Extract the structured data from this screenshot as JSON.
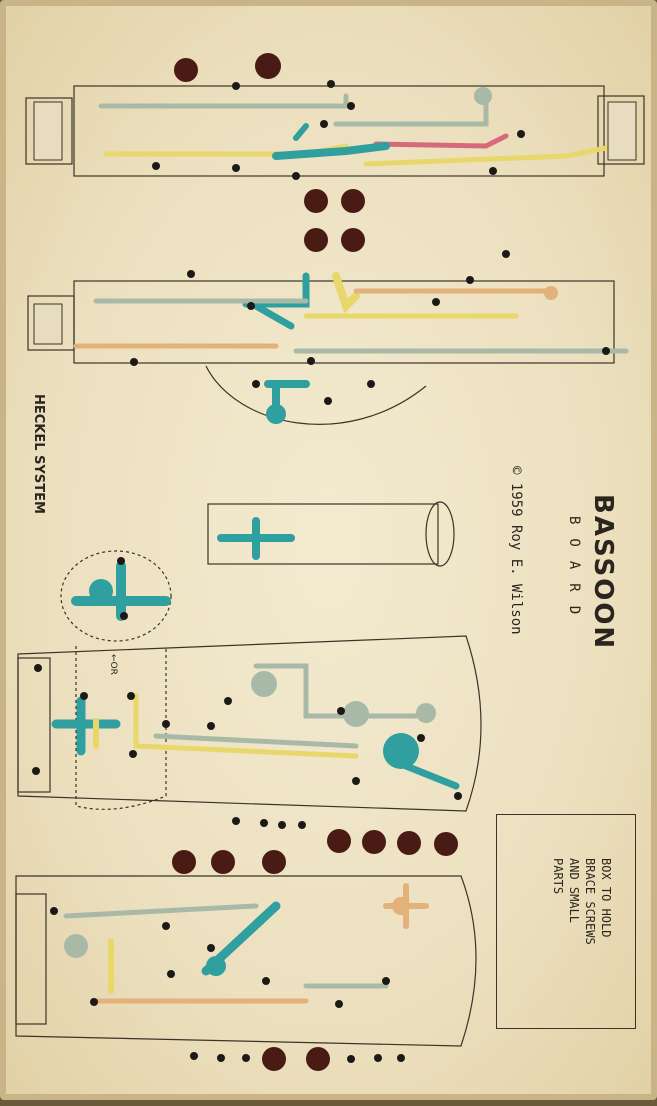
{
  "board": {
    "title": "BASSOON",
    "subtitle": "BOARD",
    "copyright": "© 1959 Roy E. Wilson",
    "system": "HECKEL SYSTEM",
    "box_note": "BOX TO HOLD\nBRACE SCREWS\nAND SMALL\nPARTS",
    "or_label": "←OR"
  },
  "colors": {
    "background": "#ece0bf",
    "outline": "#3b3428",
    "hole": "#4a1a14",
    "teal": "#2f9fa0",
    "yellow": "#e8d76a",
    "grey_green": "#a9b9a8",
    "orange": "#e2b27a",
    "pink": "#d66a7a"
  }
}
